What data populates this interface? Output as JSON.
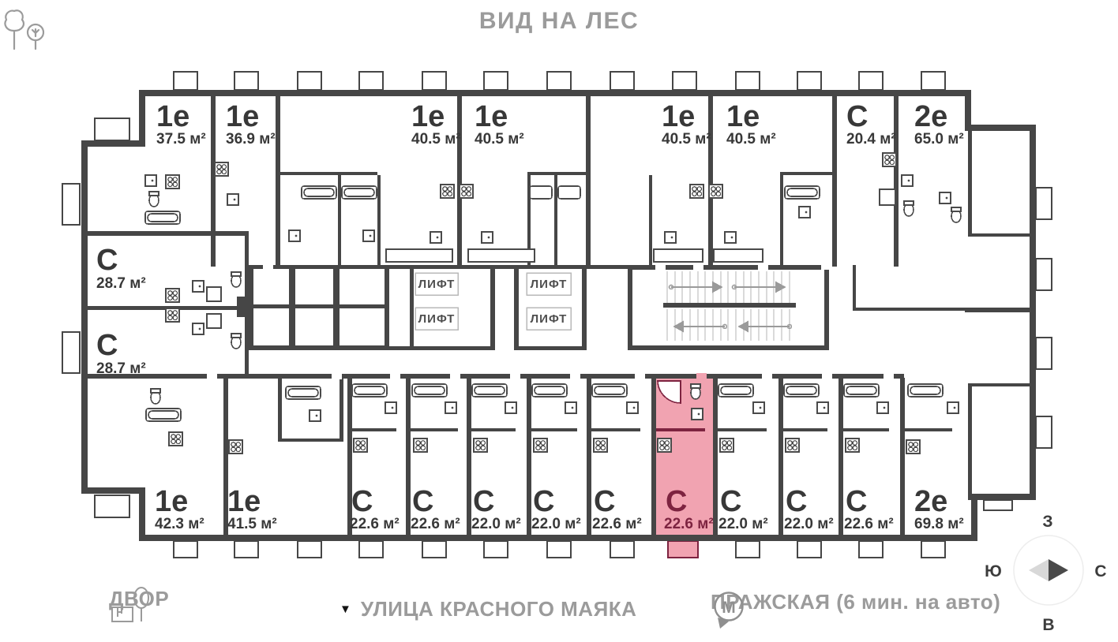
{
  "header": {
    "title": "ВИД НА ЛЕС"
  },
  "plan": {
    "elevator_label": "ЛИФТ",
    "units": [
      {
        "id": "top-1",
        "type": "1е",
        "area": "37.5 м²"
      },
      {
        "id": "top-2",
        "type": "1е",
        "area": "36.9 м²"
      },
      {
        "id": "top-3",
        "type": "1е",
        "area": "40.5 м²"
      },
      {
        "id": "top-4",
        "type": "1е",
        "area": "40.5 м²"
      },
      {
        "id": "top-5",
        "type": "1е",
        "area": "40.5 м²"
      },
      {
        "id": "top-6",
        "type": "1е",
        "area": "40.5 м²"
      },
      {
        "id": "top-7",
        "type": "С",
        "area": "20.4 м²"
      },
      {
        "id": "top-8",
        "type": "2е",
        "area": "65.0 м²"
      },
      {
        "id": "left-1",
        "type": "С",
        "area": "28.7 м²"
      },
      {
        "id": "left-2",
        "type": "С",
        "area": "28.7 м²"
      },
      {
        "id": "bot-1",
        "type": "1е",
        "area": "42.3 м²"
      },
      {
        "id": "bot-2",
        "type": "1е",
        "area": "41.5 м²"
      },
      {
        "id": "bot-3",
        "type": "С",
        "area": "22.6 м²"
      },
      {
        "id": "bot-4",
        "type": "С",
        "area": "22.6 м²"
      },
      {
        "id": "bot-5",
        "type": "С",
        "area": "22.0 м²"
      },
      {
        "id": "bot-6",
        "type": "С",
        "area": "22.0 м²"
      },
      {
        "id": "bot-7",
        "type": "С",
        "area": "22.6 м²"
      },
      {
        "id": "bot-8",
        "type": "С",
        "area": "22.6 м²",
        "highlighted": true
      },
      {
        "id": "bot-9",
        "type": "С",
        "area": "22.0 м²"
      },
      {
        "id": "bot-10",
        "type": "С",
        "area": "22.0 м²"
      },
      {
        "id": "bot-11",
        "type": "С",
        "area": "22.6 м²"
      },
      {
        "id": "bot-12",
        "type": "2е",
        "area": "69.8 м²"
      }
    ],
    "colors": {
      "wall": "#464646",
      "highlight_fill": "#F1A3B1",
      "highlight_text": "#7D2340",
      "muted_text": "#9B9B9B"
    }
  },
  "compass": {
    "top": "З",
    "left": "Ю",
    "right": "С",
    "bottom": "В"
  },
  "legend": {
    "courtyard": "ДВОР",
    "street_marker": "▼",
    "street": "УЛИЦА КРАСНОГО МАЯКА",
    "metro_letter": "М",
    "metro": "ПРАЖСКАЯ (6 мин. на авто)"
  }
}
